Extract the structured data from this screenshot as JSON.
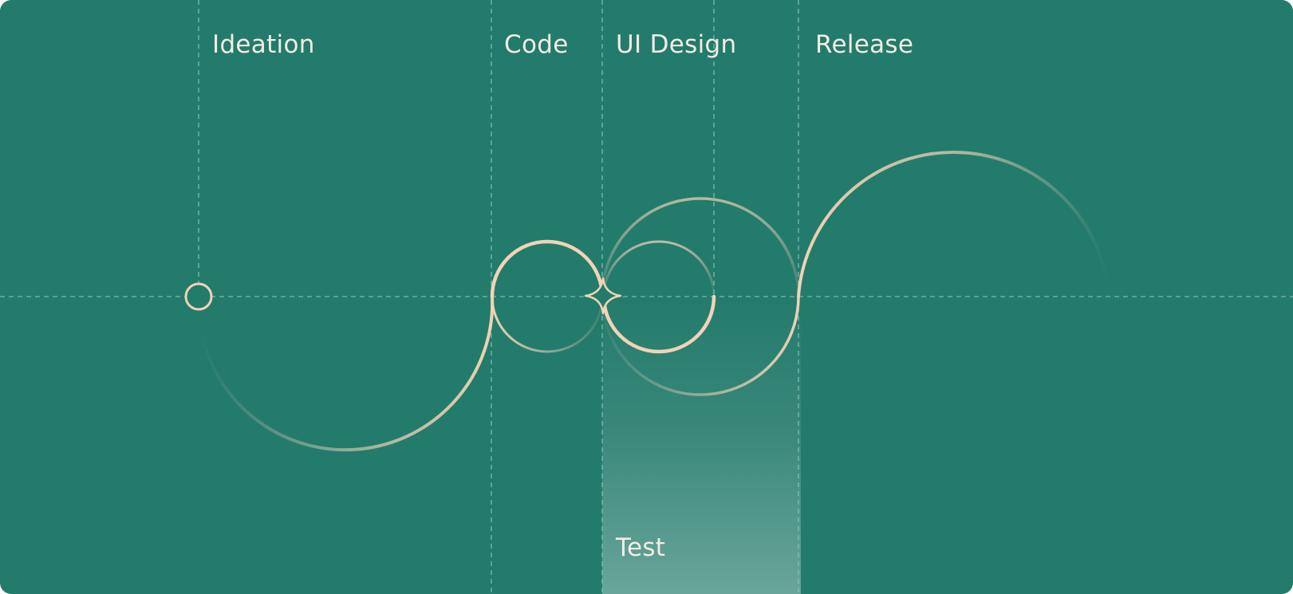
{
  "stages": {
    "ideation": "Ideation",
    "code": "Code",
    "ui_design": "UI Design",
    "release": "Release",
    "test": "Test"
  },
  "colors": {
    "background": "#237b6b",
    "guide_line": "#8cc7b8",
    "curve": "#f2d3b6",
    "label": "#f3ece2",
    "test_band": "#6f9f88"
  },
  "icons": {
    "start_marker": "circle",
    "center_marker": "four-point-star"
  }
}
